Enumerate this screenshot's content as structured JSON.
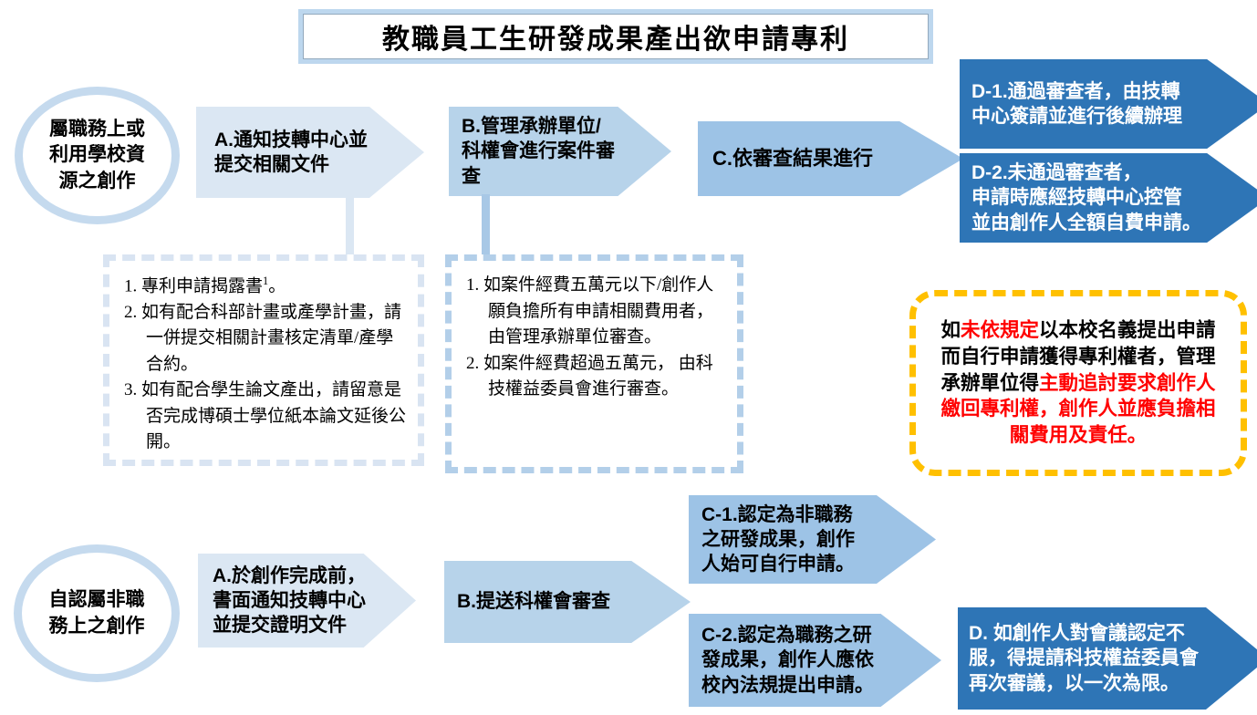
{
  "title": "教職員工生研發成果產出欲申請專利",
  "colors": {
    "arrow_pale": "#dbe7f3",
    "arrow_light": "#b7d3ea",
    "arrow_medium": "#9dc3e6",
    "arrow_dark": "#2e75b6",
    "circle_border": "#c5daee",
    "title_border": "#bdd7ee",
    "note_a_border": "#d9e4f2",
    "note_b_border": "#b3cfe9",
    "warning_border": "#ffc000",
    "warning_red": "#ff0000"
  },
  "top_flow": {
    "condition": {
      "lines": [
        "屬職務上或",
        "利用學校資",
        "源之創作"
      ]
    },
    "step_a": {
      "lines": [
        "A.通知技轉中心並",
        "提交相關文件"
      ]
    },
    "step_b": {
      "lines": [
        "B.管理承辦單位/",
        "科權會進行案件審",
        "查"
      ]
    },
    "step_c": {
      "lines": [
        "C.依審查結果進行"
      ]
    },
    "step_d1": {
      "lines": [
        "D-1.通過審查者，由技轉",
        "中心簽請並進行後續辦理"
      ]
    },
    "step_d2": {
      "lines": [
        "D-2.未通過審查者，",
        "申請時應經技轉中心控管",
        "並由創作人全額自費申請。"
      ]
    },
    "note_a": {
      "items": [
        {
          "num": "1.",
          "segments": [
            {
              "text": "專利申請揭露書"
            },
            {
              "text": "1",
              "sup": true
            },
            {
              "text": "。"
            }
          ]
        },
        {
          "num": "2.",
          "segments": [
            {
              "text": "如有配合科部計畫或產學計畫，請一併提交相關計畫核定清單/產學合約。"
            }
          ]
        },
        {
          "num": "3.",
          "segments": [
            {
              "text": "如有配合學生論文產出，請留意是否完成博碩士學位紙本論文延後公開。"
            }
          ]
        }
      ]
    },
    "note_b": {
      "items": [
        {
          "num": "1.",
          "segments": [
            {
              "text": "如案件經費五萬元以下/創作人願負擔所有申請相關費用者，由管理承辦單位審查。"
            }
          ]
        },
        {
          "num": "2.",
          "segments": [
            {
              "text": "如案件經費超過五萬元， 由科技權益委員會進行審查。"
            }
          ]
        }
      ]
    }
  },
  "warning": {
    "segments": [
      {
        "text": "如"
      },
      {
        "text": "未依規定",
        "red": true
      },
      {
        "text": "以本校名義提出申請而自行申請獲得專利權者，管理承辦單位得"
      },
      {
        "text": "主動追討要求創作人繳回專利權，創作人並應負擔相關費用及責任。",
        "red": true
      }
    ]
  },
  "bottom_flow": {
    "condition": {
      "lines": [
        "自認屬非職",
        "務上之創作"
      ]
    },
    "step_a": {
      "lines": [
        "A.於創作完成前，",
        "書面通知技轉中心",
        "並提交證明文件"
      ]
    },
    "step_b": {
      "lines": [
        "B.提送科權會審查"
      ]
    },
    "step_c1": {
      "lines": [
        "C-1.認定為非職務",
        "之研發成果，創作",
        "人始可自行申請。"
      ]
    },
    "step_c2": {
      "lines": [
        "C-2.認定為職務之研",
        "發成果，創作人應依",
        "校內法規提出申請。"
      ]
    },
    "step_d": {
      "lines": [
        "D. 如創作人對會議認定不",
        "服，得提請科技權益委員會",
        "再次審議，以一次為限。"
      ]
    }
  }
}
